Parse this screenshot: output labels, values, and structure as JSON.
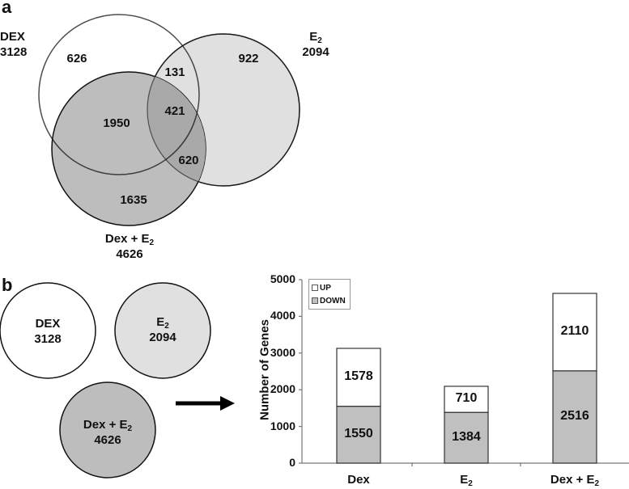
{
  "panel_a": {
    "letter": "a",
    "sets": {
      "dex": {
        "name": "DEX",
        "total": "3128"
      },
      "e2": {
        "name": "E",
        "sub": "2",
        "total": "2094"
      },
      "dexe2": {
        "name": "Dex  + E",
        "sub": "2",
        "total": "4626"
      }
    },
    "regions": {
      "dex_only": "626",
      "e2_only": "922",
      "dexe2_only": "1635",
      "dex_e2": "131",
      "dex_dexe2": "1950",
      "e2_dexe2": "620",
      "all": "421"
    },
    "colors": {
      "dex": "#ffffff",
      "e2": "#e0e0e0",
      "dexe2": "#bdbdbd"
    }
  },
  "panel_b": {
    "letter": "b",
    "circles": {
      "dex": {
        "name": "DEX",
        "total": "3128"
      },
      "e2": {
        "name": "E",
        "sub": "2",
        "total": "2094"
      },
      "dexe2": {
        "name": "Dex + E",
        "sub": "2",
        "total": "4626"
      }
    }
  },
  "chart_data": {
    "type": "bar",
    "stacked": true,
    "title": "",
    "xlabel": "",
    "ylabel": "Number of Genes",
    "ylim": [
      0,
      5000
    ],
    "yticks": [
      "0",
      "1000",
      "2000",
      "3000",
      "4000",
      "5000"
    ],
    "categories": [
      "Dex",
      "E2",
      "Dex + E2"
    ],
    "category_labels": [
      {
        "main": "Dex",
        "sub": ""
      },
      {
        "main": "E",
        "sub": "2"
      },
      {
        "main": "Dex + E",
        "sub": "2"
      }
    ],
    "series": [
      {
        "name": "DOWN",
        "color": "#c0c0c0",
        "values": [
          1550,
          1384,
          2516
        ]
      },
      {
        "name": "UP",
        "color": "#ffffff",
        "values": [
          1578,
          710,
          2110
        ]
      }
    ],
    "value_labels": {
      "down": [
        "1550",
        "1384",
        "2516"
      ],
      "up": [
        "1578",
        "710",
        "2110"
      ]
    },
    "legend": {
      "position": "top-left",
      "entries": [
        "UP",
        "DOWN"
      ]
    },
    "grid": false
  }
}
